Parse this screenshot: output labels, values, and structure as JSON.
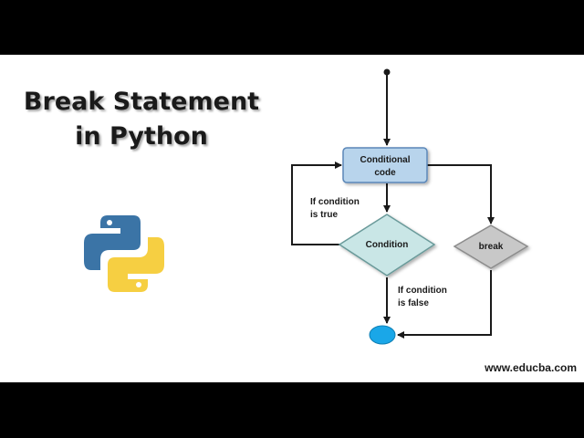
{
  "title": {
    "line1": "Break Statement",
    "line2": "in Python"
  },
  "diagram": {
    "process_line1": "Conditional",
    "process_line2": "code",
    "condition_label": "Condition",
    "break_label": "break",
    "true_line1": "If condition",
    "true_line2": "is true",
    "false_line1": "If condition",
    "false_line2": "is false"
  },
  "footer": {
    "website": "www.educba.com"
  },
  "colors": {
    "process_fill": "#b8d4ec",
    "process_stroke": "#5a86b8",
    "condition_fill": "#c9e6e6",
    "break_fill": "#c8c8c8",
    "end_fill": "#1aa7e8",
    "python_blue": "#3b74a6",
    "python_yellow": "#f6cf42"
  },
  "icons": {
    "logo": "python-logo-icon"
  }
}
